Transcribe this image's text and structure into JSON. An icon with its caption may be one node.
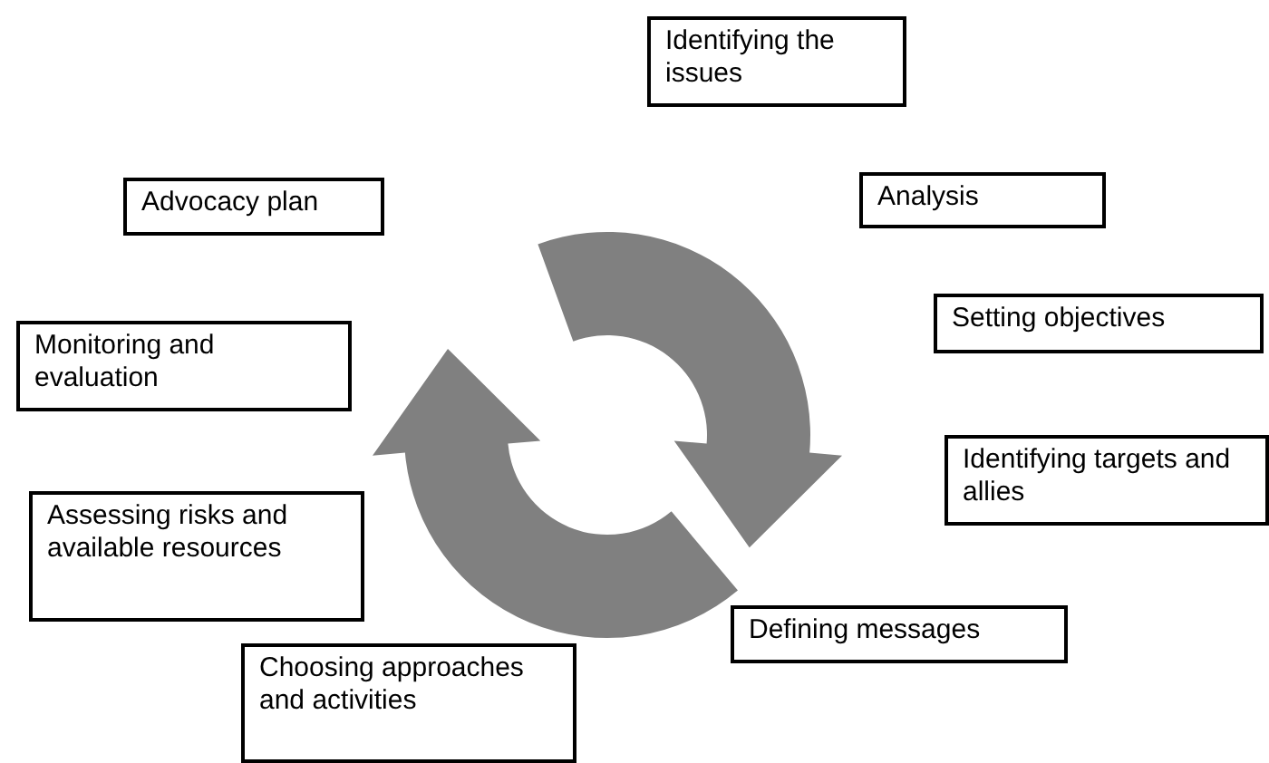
{
  "diagram": {
    "nodes": [
      {
        "text": [
          "Identifying the issues"
        ]
      },
      {
        "text": [
          "Analysis"
        ]
      },
      {
        "text": [
          "Setting objectives"
        ]
      },
      {
        "text": [
          "Identifying targets and allies"
        ]
      },
      {
        "text": [
          "Defining messages"
        ]
      },
      {
        "text": [
          "Choosing approaches and activities"
        ]
      },
      {
        "text": [
          "Assessing risks and available resources"
        ]
      },
      {
        "text": [
          "Monitoring and evaluation"
        ]
      },
      {
        "text": [
          "Advocacy plan"
        ]
      }
    ]
  }
}
